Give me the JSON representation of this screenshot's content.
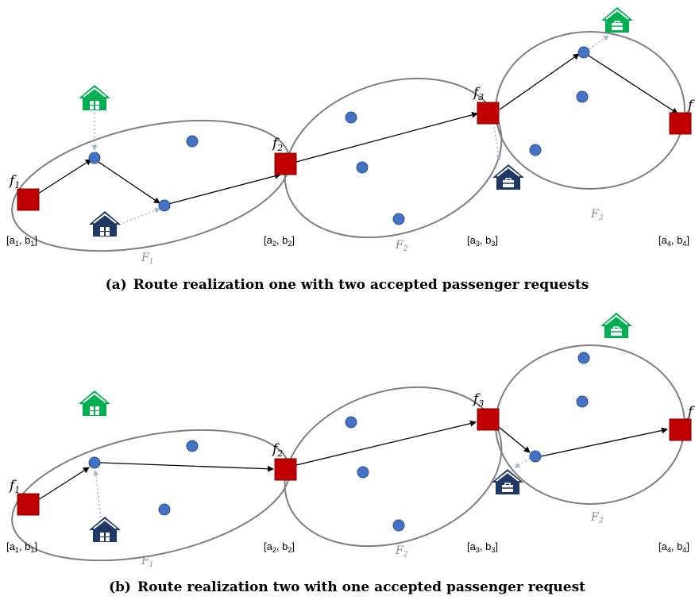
{
  "colors": {
    "depot": "#c00000",
    "node": "#4472c4",
    "ellipse": "#7f7f7f",
    "home": "#00b050",
    "work": "#1f3864",
    "arrow": "#000000",
    "dotted": "#a6b4d4"
  },
  "icons": {
    "depot": "depot-square",
    "node": "stop-circle",
    "home": "home-icon",
    "work": "workplace-icon"
  },
  "panels": [
    {
      "id": "a",
      "caption_letter": "(a)",
      "caption": "Route realization one with two accepted passenger requests",
      "depots": [
        {
          "base": "f",
          "sub": "1"
        },
        {
          "base": "f",
          "sub": "2"
        },
        {
          "base": "f",
          "sub": "3"
        },
        {
          "base": "f",
          "sub": ""
        }
      ],
      "windows": [
        {
          "a": "a",
          "sa": "1",
          "b": "b",
          "sb": "1"
        },
        {
          "a": "a",
          "sa": "2",
          "b": "b",
          "sb": "2"
        },
        {
          "a": "a",
          "sa": "3",
          "b": "b",
          "sb": "3"
        },
        {
          "a": "a",
          "sa": "4",
          "b": "b",
          "sb": "4"
        }
      ],
      "zones": [
        {
          "base": "F",
          "sub": "1"
        },
        {
          "base": "F",
          "sub": "2"
        },
        {
          "base": "F",
          "sub": "3"
        }
      ]
    },
    {
      "id": "b",
      "caption_letter": "(b)",
      "caption": "Route realization two with one accepted passenger request",
      "depots": [
        {
          "base": "f",
          "sub": "1"
        },
        {
          "base": "f",
          "sub": "2"
        },
        {
          "base": "f",
          "sub": "3"
        },
        {
          "base": "f",
          "sub": ""
        }
      ],
      "windows": [
        {
          "a": "a",
          "sa": "1",
          "b": "b",
          "sb": "1"
        },
        {
          "a": "a",
          "sa": "2",
          "b": "b",
          "sb": "2"
        },
        {
          "a": "a",
          "sa": "3",
          "b": "b",
          "sb": "3"
        },
        {
          "a": "a",
          "sa": "4",
          "b": "b",
          "sb": "4"
        }
      ],
      "zones": [
        {
          "base": "F",
          "sub": "1"
        },
        {
          "base": "F",
          "sub": "2"
        },
        {
          "base": "F",
          "sub": "3"
        }
      ]
    }
  ]
}
